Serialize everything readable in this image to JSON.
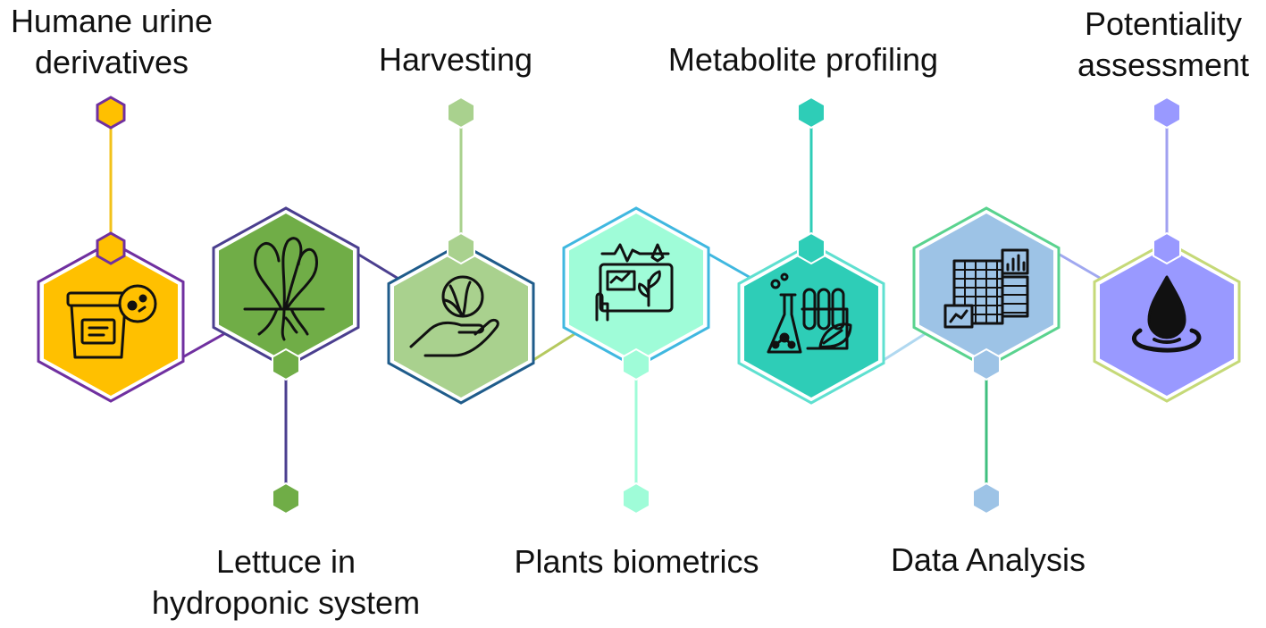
{
  "steps": [
    {
      "id": "urine",
      "lines": [
        "Humane urine",
        "derivatives"
      ],
      "label_side": "top",
      "icon": "urine-sample-cup-icon",
      "fill": "#FFC000",
      "border": "#7030A0"
    },
    {
      "id": "lettuce",
      "lines": [
        "Lettuce in",
        "hydroponic system"
      ],
      "label_side": "bottom",
      "icon": "lettuce-roots-icon",
      "fill": "#70AD47",
      "border": "#4B3F8F"
    },
    {
      "id": "harvest",
      "lines": [
        "Harvesting"
      ],
      "label_side": "top",
      "icon": "hand-holding-lettuce-icon",
      "fill": "#A9D18E",
      "border": "#1F5C8B"
    },
    {
      "id": "biometrics",
      "lines": [
        "Plants biometrics"
      ],
      "label_side": "bottom",
      "icon": "plant-measurement-screen-icon",
      "fill": "#9FFCD8",
      "border": "#40B8E0"
    },
    {
      "id": "metabolite",
      "lines": [
        "Metabolite profiling"
      ],
      "label_side": "top",
      "icon": "lab-flask-tubes-leaf-icon",
      "fill": "#2ECDB7",
      "border": "#5FE0D0"
    },
    {
      "id": "data",
      "lines": [
        "Data Analysis"
      ],
      "label_side": "bottom",
      "icon": "spreadsheet-chart-icon",
      "fill": "#9DC3E6",
      "border": "#5AD38F"
    },
    {
      "id": "potential",
      "lines": [
        "Potentiality",
        "assessment"
      ],
      "label_side": "top",
      "icon": "water-drop-icon",
      "fill": "#9999FF",
      "border": "#C5D978"
    }
  ],
  "connectors": [
    "#7030A0",
    "#4B3F8F",
    "#B5C95F",
    "#40B8E0",
    "#B0D8F0",
    "#A0A8F0"
  ],
  "stems": [
    "#F2C21A",
    "#4B3F8F",
    "#A9D18E",
    "#9FFCD8",
    "#2ECDB7",
    "#3FBF7F",
    "#A0A0F0"
  ],
  "nodes": [
    "#FFC000",
    "#70AD47",
    "#A9D18E",
    "#9FFCD8",
    "#2ECDB7",
    "#9DC3E6",
    "#9999FF"
  ],
  "node_borders": [
    "#7030A0",
    "#FFFFFF",
    "#FFFFFF",
    "#FFFFFF",
    "#FFFFFF",
    "#FFFFFF",
    "#FFFFFF"
  ]
}
